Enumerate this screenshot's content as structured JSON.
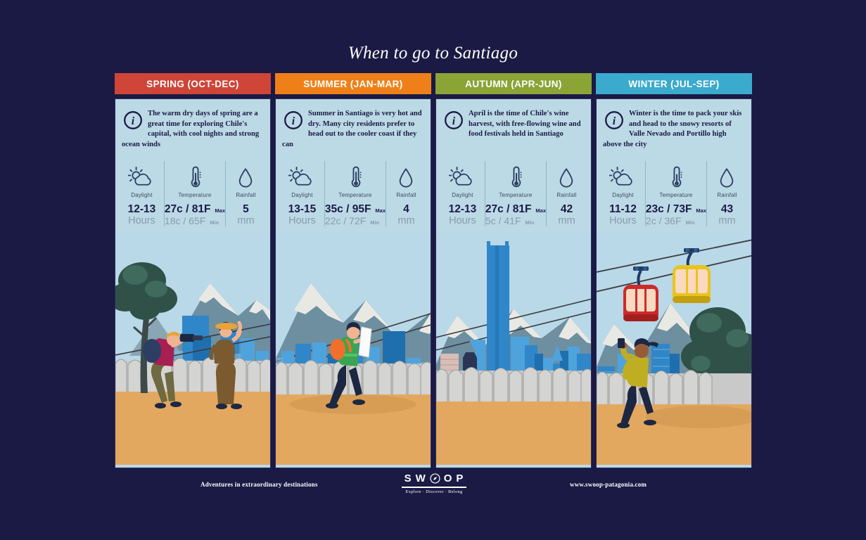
{
  "title": "When to go to Santiago",
  "colors": {
    "background": "#1b1a45",
    "panel_body": "#bcd9e6",
    "spring": "#cf4537",
    "summer": "#ef8019",
    "autumn": "#8aa436",
    "winter": "#3aaacd",
    "text_dark": "#1b1a45",
    "text_muted": "#8a9bab"
  },
  "panels": [
    {
      "season": "spring",
      "header": "SPRING (OCT-DEC)",
      "header_color": "#cf4537",
      "info_icon": "info-circle-icon",
      "blurb": "The warm dry days of spring are a great time for exploring Chile's capital, with cool nights and strong ocean winds",
      "stats": {
        "daylight": {
          "icon": "sun-cloud-icon",
          "label": "Daylight",
          "value": "12-13",
          "unit": "Hours"
        },
        "temperature": {
          "icon": "thermometer-icon",
          "label": "Temperature",
          "max": {
            "c": "27c",
            "f": "81F",
            "tag": "Max"
          },
          "min": {
            "c": "18c",
            "f": "65F",
            "tag": "Min"
          }
        },
        "rainfall": {
          "icon": "raindrop-icon",
          "label": "Rainfall",
          "value": "5",
          "unit": "mm"
        }
      },
      "illustration": "photographer-and-woman-with-hat-by-stone-wall-with-trees-mountains-and-city-skyline"
    },
    {
      "season": "summer",
      "header": "SUMMER (JAN-MAR)",
      "header_color": "#ef8019",
      "info_icon": "info-circle-icon",
      "blurb": "Summer in Santiago is very hot and dry. Many city residents prefer to head out to the cooler coast if they can",
      "stats": {
        "daylight": {
          "icon": "sun-cloud-icon",
          "label": "Daylight",
          "value": "13-15",
          "unit": "Hours"
        },
        "temperature": {
          "icon": "thermometer-icon",
          "label": "Temperature",
          "max": {
            "c": "35c",
            "f": "95F",
            "tag": "Max"
          },
          "min": {
            "c": "22c",
            "f": "72F",
            "tag": "Min"
          }
        },
        "rainfall": {
          "icon": "raindrop-icon",
          "label": "Rainfall",
          "value": "4",
          "unit": "mm"
        }
      },
      "illustration": "walking-traveller-with-orange-backpack-reading-map-in-front-of-snowy-mountains-and-skyline"
    },
    {
      "season": "autumn",
      "header": "AUTUMN (APR-JUN)",
      "header_color": "#8aa436",
      "info_icon": "info-circle-icon",
      "blurb": "April is the time of Chile's wine harvest, with free-flowing wine and food festivals held in Santiago",
      "stats": {
        "daylight": {
          "icon": "sun-cloud-icon",
          "label": "Daylight",
          "value": "12-13",
          "unit": "Hours"
        },
        "temperature": {
          "icon": "thermometer-icon",
          "label": "Temperature",
          "max": {
            "c": "27c",
            "f": "81F",
            "tag": "Max"
          },
          "min": {
            "c": "5c",
            "f": "41F",
            "tag": "Min"
          }
        },
        "rainfall": {
          "icon": "raindrop-icon",
          "label": "Rainfall",
          "value": "42",
          "unit": "mm"
        }
      },
      "illustration": "gran-torre-santiago-skyscraper-above-city-skyline-with-snowy-andes-and-stone-wall"
    },
    {
      "season": "winter",
      "header": "WINTER (JUL-SEP)",
      "header_color": "#3aaacd",
      "info_icon": "info-circle-icon",
      "blurb": "Winter is the time to pack your skis and head to the snowy resorts of Valle Nevado and Portillo high above the city",
      "stats": {
        "daylight": {
          "icon": "sun-cloud-icon",
          "label": "Daylight",
          "value": "11-12",
          "unit": "Hours"
        },
        "temperature": {
          "icon": "thermometer-icon",
          "label": "Temperature",
          "max": {
            "c": "23c",
            "f": "73F",
            "tag": "Max"
          },
          "min": {
            "c": "2c",
            "f": "36F",
            "tag": "Min"
          }
        },
        "rainfall": {
          "icon": "raindrop-icon",
          "label": "Rainfall",
          "value": "43",
          "unit": "mm"
        }
      },
      "illustration": "red-and-yellow-cable-car-gondolas-above-man-with-phone-trees-and-mountains"
    }
  ],
  "footer": {
    "tagline": "Adventures in extraordinary destinations",
    "url": "www.swoop-patagonia.com",
    "logo": {
      "letters": [
        "S",
        "W",
        "O",
        "P"
      ],
      "compass_icon": "compass-icon",
      "subtitle": "Explore · Discover · Belong"
    }
  }
}
